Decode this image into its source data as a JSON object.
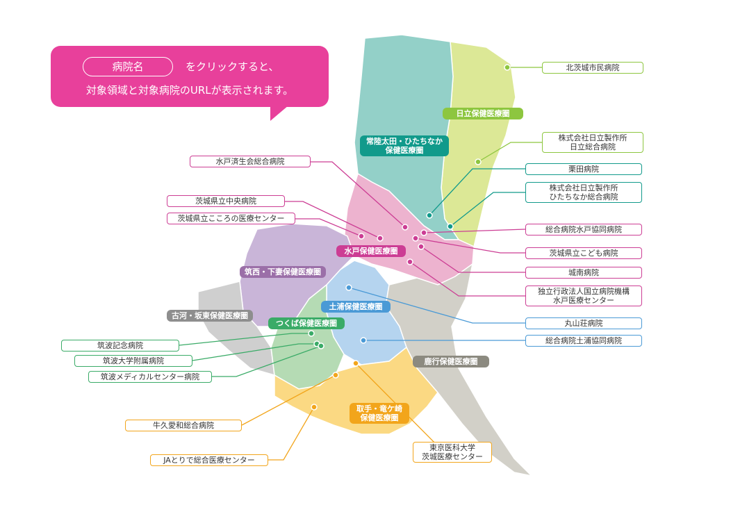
{
  "callout": {
    "hospital_pill": "病院名",
    "line1": "をクリックすると、",
    "line2": "対象領域と対象病院のURLが表示されます。"
  },
  "areas": [
    {
      "id": "hitachiota",
      "label": "常陸太田・ひたちなか\n保健医療圏",
      "color": "#119a8b"
    },
    {
      "id": "hitachi",
      "label": "日立保健医療圏",
      "color": "#8dc63f"
    },
    {
      "id": "mito",
      "label": "水戸保健医療圏",
      "color": "#cc3d94"
    },
    {
      "id": "chikusei",
      "label": "筑西・下妻保健医療圏",
      "color": "#9b6fa8"
    },
    {
      "id": "koga",
      "label": "古河・坂東保健医療圏",
      "color": "#8e8e8e"
    },
    {
      "id": "tsuchiura",
      "label": "土浦保健医療圏",
      "color": "#4a9ad6"
    },
    {
      "id": "tsukuba",
      "label": "つくば保健医療圏",
      "color": "#3aab67"
    },
    {
      "id": "rokko",
      "label": "鹿行保健医療圏",
      "color": "#8c8a80"
    },
    {
      "id": "toride",
      "label": "取手・竜ケ崎\n保健医療圏",
      "color": "#f2a51b"
    }
  ],
  "hospitals": [
    {
      "id": "kitaibaraki",
      "label": "北茨城市民病院",
      "color": "#8dc63f"
    },
    {
      "id": "hitachi_general",
      "label": "株式会社日立製作所\n日立総合病院",
      "color": "#8dc63f"
    },
    {
      "id": "kurita",
      "label": "栗田病院",
      "color": "#119a8b"
    },
    {
      "id": "hitachinaka",
      "label": "株式会社日立製作所\nひたちなか総合病院",
      "color": "#119a8b"
    },
    {
      "id": "mito_saisei",
      "label": "水戸済生会総合病院",
      "color": "#cc3d94"
    },
    {
      "id": "kenritsu_chuo",
      "label": "茨城県立中央病院",
      "color": "#cc3d94"
    },
    {
      "id": "kokoro",
      "label": "茨城県立こころの医療センター",
      "color": "#cc3d94"
    },
    {
      "id": "mito_kyodo",
      "label": "総合病院水戸協同病院",
      "color": "#cc3d94"
    },
    {
      "id": "kodomo",
      "label": "茨城県立こども病院",
      "color": "#cc3d94"
    },
    {
      "id": "jonan",
      "label": "城南病院",
      "color": "#cc3d94"
    },
    {
      "id": "mito_iryo",
      "label": "独立行政法人国立病院機構\n水戸医療センター",
      "color": "#cc3d94"
    },
    {
      "id": "maruyama",
      "label": "丸山荘病院",
      "color": "#4a9ad6"
    },
    {
      "id": "tsuchiura_kyodo",
      "label": "総合病院土浦協同病院",
      "color": "#4a9ad6"
    },
    {
      "id": "tsukuba_kinen",
      "label": "筑波記念病院",
      "color": "#3aab67"
    },
    {
      "id": "tsukuba_univ",
      "label": "筑波大学附属病院",
      "color": "#3aab67"
    },
    {
      "id": "tsukuba_medical",
      "label": "筑波メディカルセンター病院",
      "color": "#3aab67"
    },
    {
      "id": "ushiku_aiwa",
      "label": "牛久愛和総合病院",
      "color": "#f2a51b"
    },
    {
      "id": "ja_toride",
      "label": "JAとりで総合医療センター",
      "color": "#f2a51b"
    },
    {
      "id": "tokyo_ika",
      "label": "東京医科大学\n茨城医療センター",
      "color": "#f2a51b"
    }
  ]
}
